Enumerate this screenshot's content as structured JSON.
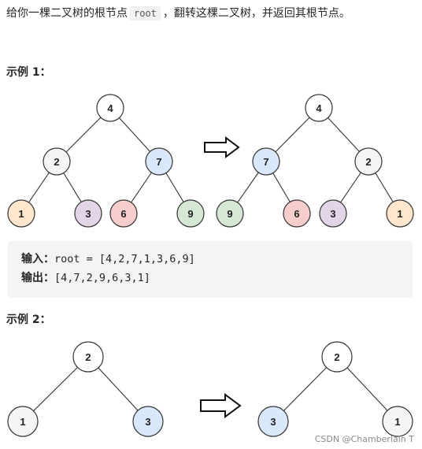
{
  "intro": {
    "part1": "给你一棵二叉树的根节点",
    "code": "root",
    "part2": "，翻转这棵二叉树，并返回其根节点。"
  },
  "example1": {
    "title": "示例 1：",
    "before_nodes": [
      "4",
      "2",
      "7",
      "1",
      "3",
      "6",
      "9"
    ],
    "after_nodes": [
      "4",
      "7",
      "2",
      "9",
      "6",
      "3",
      "1"
    ],
    "input_label": "输入：",
    "input_value": "root = [4,2,7,1,3,6,9]",
    "output_label": "输出：",
    "output_value": "[4,7,2,9,6,3,1]"
  },
  "example2": {
    "title": "示例 2：",
    "before_nodes": [
      "2",
      "1",
      "3"
    ],
    "after_nodes": [
      "2",
      "3",
      "1"
    ]
  },
  "colors": {
    "white": "#ffffff",
    "grey": "#f5f5f5",
    "blue": "#dae8fc",
    "orange": "#ffe6cc",
    "purple": "#e1d5e7",
    "red": "#f8cecc",
    "green": "#d5e8d4"
  },
  "watermark": "CSDN @Chamberlain T"
}
